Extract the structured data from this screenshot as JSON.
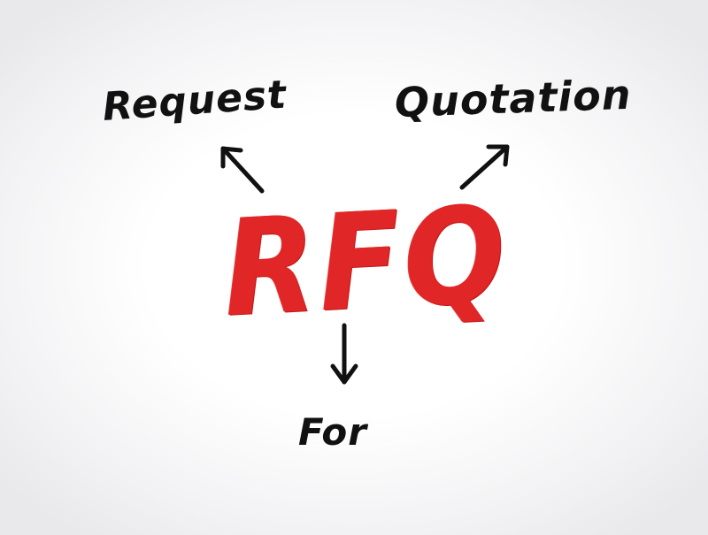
{
  "diagram": {
    "acronym": "RFQ",
    "words": {
      "request": "Request",
      "quotation": "Quotation",
      "for": "For"
    },
    "colors": {
      "acronym": "#e02626",
      "text": "#111111",
      "arrows": "#111111",
      "background": "#ffffff"
    }
  }
}
